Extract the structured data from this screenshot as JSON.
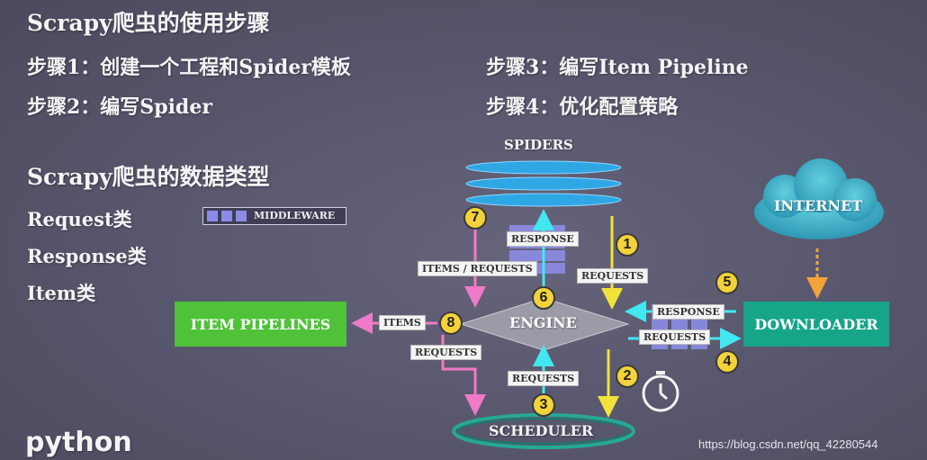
{
  "title": "Scrapy爬虫的使用步骤",
  "steps": [
    "步骤1：创建一个工程和Spider模板",
    "步骤2：编写Spider",
    "步骤3：编写Item Pipeline",
    "步骤4：优化配置策略"
  ],
  "datatypes_title": "Scrapy爬虫的数据类型",
  "datatypes": [
    "Request类",
    "Response类",
    "Item类"
  ],
  "legend": {
    "middleware": "MIDDLEWARE"
  },
  "diagram": {
    "spiders": "SPIDERS",
    "engine": "ENGINE",
    "scheduler": "SCHEDULER",
    "downloader": "DOWNLOADER",
    "item_pipelines": "ITEM PIPELINES",
    "internet": "INTERNET",
    "labels": {
      "response_top": "RESPONSE",
      "items_requests": "ITEMS / REQUESTS",
      "requests_top": "REQUESTS",
      "response_right": "RESPONSE",
      "requests_right": "REQUESTS",
      "items_left": "ITEMS",
      "requests_left": "REQUESTS",
      "requests_bottom": "REQUESTS"
    },
    "numbers": [
      "1",
      "2",
      "3",
      "4",
      "5",
      "6",
      "7",
      "8"
    ]
  },
  "colors": {
    "spiders": "#2fa7e4",
    "pipelines": "#4fc23a",
    "downloader": "#17a58a",
    "scheduler": "#26a896",
    "internet": "#3fb3c8",
    "arrow_yellow": "#f2e23a",
    "arrow_cyan": "#41e8f2",
    "arrow_pink": "#f07ac8",
    "badge": "#f3d23a"
  },
  "watermark": "https://blog.csdn.net/qq_42280544",
  "logo": "python"
}
